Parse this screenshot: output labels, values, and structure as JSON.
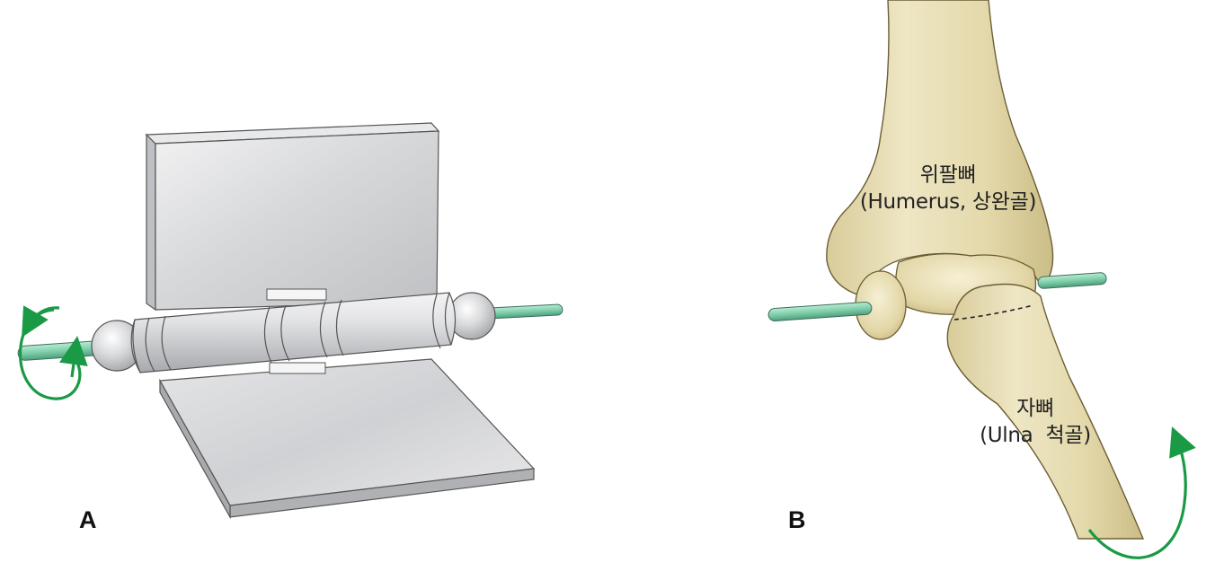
{
  "panel_a": {
    "letter": "A"
  },
  "panel_b": {
    "letter": "B",
    "humerus": {
      "line1": "위팔뼈",
      "line2": "(Humerus, 상완골)"
    },
    "ulna": {
      "line1": "자뼈",
      "line2": "(Ulna  척골)"
    }
  },
  "colors": {
    "arrow": "#1a9a45",
    "axis_rod": "#7fcfab",
    "bone": "#e8dfb8",
    "metal": "#d9dadc"
  }
}
